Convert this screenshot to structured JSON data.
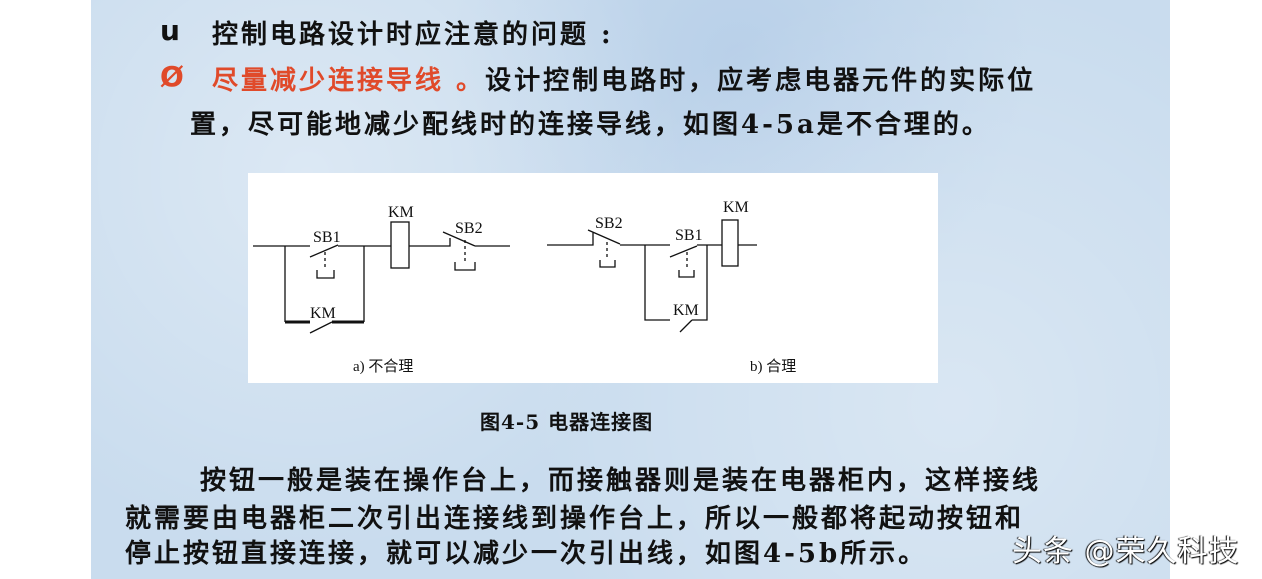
{
  "heading": {
    "bullet": "u",
    "text": "控制电路设计时应注意的问题 :"
  },
  "point": {
    "bullet": "Ø",
    "highlight": "尽量减少连接导线 。",
    "text1": "设计控制电路时，应考虑电器元件的实际位",
    "text2": "置，尽可能地减少配线时的连接导线，如图4-5a是不合理的。"
  },
  "diagram": {
    "a": {
      "sb1": "SB1",
      "km_coil": "KM",
      "sb2": "SB2",
      "km_contact": "KM",
      "caption": "a) 不合理"
    },
    "b": {
      "sb2": "SB2",
      "sb1": "SB1",
      "km_coil": "KM",
      "km_contact": "KM",
      "caption": "b) 合理"
    }
  },
  "figure_caption": "图4-5  电器连接图",
  "paragraph": [
    "按钮一般是装在操作台上，而接触器则是装在电器柜内，这样接线",
    "就需要由电器柜二次引出连接线到操作台上，所以一般都将起动按钮和",
    "停止按钮直接连接，就可以减少一次引出线，如图4-5b所示。"
  ],
  "watermark": "头条 @荣久科技",
  "colors": {
    "highlight": "#e04a2a",
    "background": "#c9dcee"
  }
}
